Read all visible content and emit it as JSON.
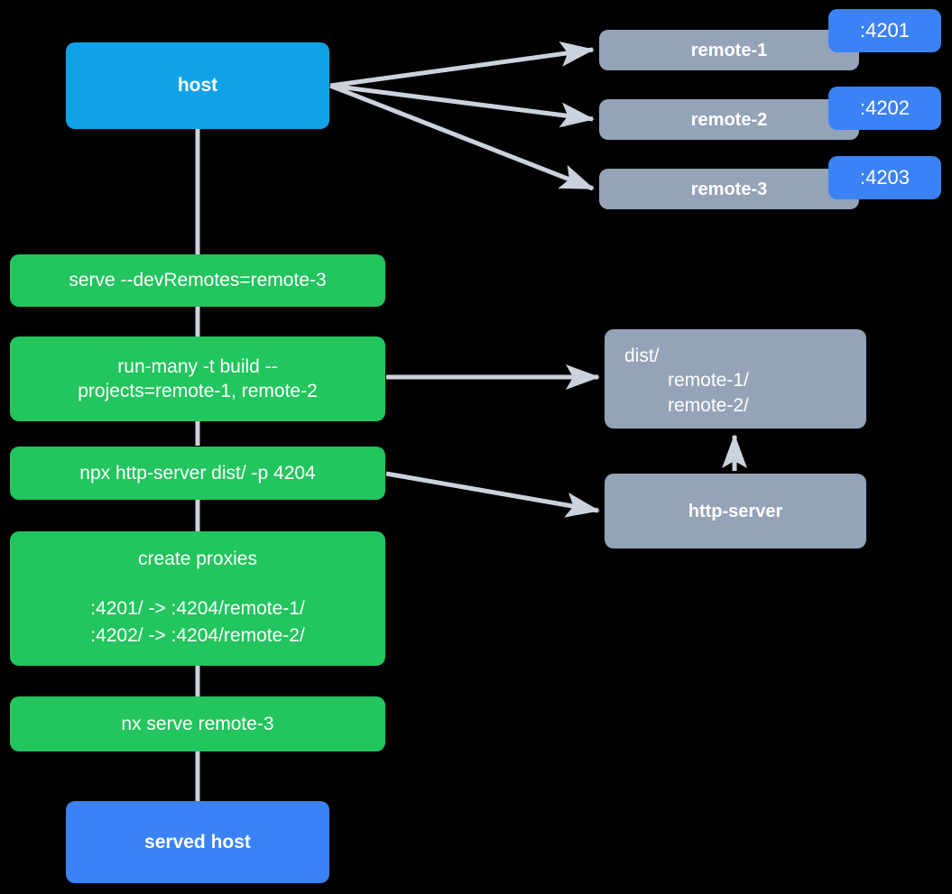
{
  "diagram": {
    "title": "nx host and remotes serve flow",
    "background_color": "#000000",
    "edge_color": "#ccd2dd",
    "colors": {
      "host": "#10a2e8",
      "served_host": "#3b82f6",
      "remote": "#94a3b8",
      "command": "#22c55e",
      "badge": "#3b82f6",
      "text": "#ffffff"
    }
  },
  "nodes": {
    "host": {
      "label": "host"
    },
    "remotes": [
      {
        "label": "remote-1",
        "port_badge": ":4201"
      },
      {
        "label": "remote-2",
        "port_badge": ":4202"
      },
      {
        "label": "remote-3",
        "port_badge": ":4203"
      }
    ],
    "commands": [
      {
        "id": "serve",
        "label": "serve --devRemotes=remote-3"
      },
      {
        "id": "run-many",
        "label": "run-many -t build --\nprojects=remote-1, remote-2"
      },
      {
        "id": "http-server-cmd",
        "label": "npx http-server dist/ -p 4204"
      },
      {
        "id": "create-proxies",
        "title": "create proxies",
        "rules": ":4201/ -> :4204/remote-1/\n:4202/ -> :4204/remote-2/"
      },
      {
        "id": "nx-serve-remote-3",
        "label": "nx serve remote-3"
      }
    ],
    "dist": {
      "root": "dist/",
      "children": [
        "remote-1/",
        "remote-2/"
      ]
    },
    "http_server": {
      "label": "http-server"
    },
    "served_host": {
      "label": "served host"
    }
  }
}
